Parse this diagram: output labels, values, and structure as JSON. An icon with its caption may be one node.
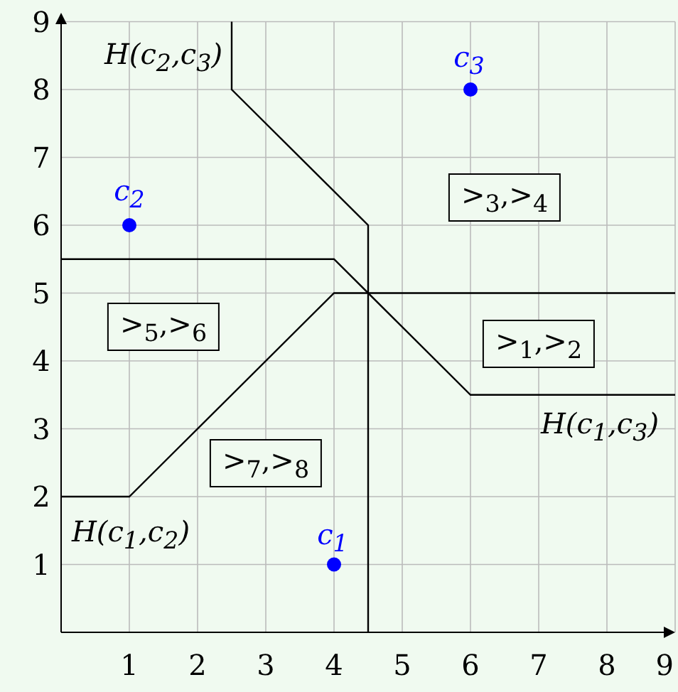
{
  "diagram": {
    "nodes": [
      {
        "text": [
          ">$_{3}$,>$_{4}$"
        ]
      },
      {
        "text": [
          ">$_{5}$,>$_{6}$"
        ]
      },
      {
        "text": [
          ">$_{1}$,>$_{2}$"
        ]
      },
      {
        "text": [
          ">$_{7}$,>$_{8}$"
        ]
      }
    ],
    "labels": [
      "H(c$_{2}$,c$_{3}$)",
      "c$_{3}$",
      "c$_{2}$",
      "H(c$_{1}$,c$_{3}$)",
      "H(c$_{1}$,c$_{2}$)",
      "c$_{1}$"
    ],
    "chart_data": {
      "type": "scatter",
      "x": [
        1,
        4,
        6
      ],
      "series": [
        {
          "color": "#0000ff",
          "values": [
            6,
            1,
            8
          ]
        }
      ],
      "grid": true,
      "xlim": [
        0,
        9
      ],
      "ylim": [
        0,
        9
      ],
      "xticks": [
        1,
        2,
        3,
        4,
        5,
        6,
        7,
        8,
        9
      ],
      "yticks": [
        1,
        2,
        3,
        4,
        5,
        6,
        7,
        8,
        9
      ]
    }
  }
}
